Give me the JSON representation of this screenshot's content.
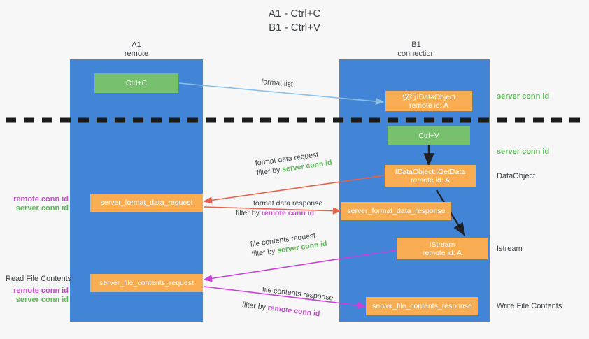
{
  "title": {
    "line1": "A1 - Ctrl+C",
    "line2": "B1 - Ctrl+V"
  },
  "columns": [
    {
      "name": "A1",
      "sub": "remote"
    },
    {
      "name": "B1",
      "sub": "connection"
    }
  ],
  "boxes": {
    "ctrl_c": {
      "line1": "Ctrl+C"
    },
    "ctrl_v": {
      "line1": "Ctrl+V"
    },
    "idataobject": {
      "line1": "仅行IDataObject",
      "line2": "remote id: A"
    },
    "getdata": {
      "line1": "IDataObject::GetData",
      "line2": "remote id: A"
    },
    "istream": {
      "line1": "IStream",
      "line2": "remote id: A"
    },
    "server_format_data_request": {
      "line1": "server_format_data_request"
    },
    "server_format_data_response": {
      "line1": "server_format_data_response"
    },
    "server_file_contents_request": {
      "line1": "server_file_contents_request"
    },
    "server_file_contents_response": {
      "line1": "server_file_contents_response"
    }
  },
  "right_labels": {
    "server_conn_id_1": "server conn id",
    "server_conn_id_2": "server conn id",
    "dataobject": "DataObject",
    "istream": "Istream",
    "write_file_contents": "Write File Contents"
  },
  "left_labels": {
    "remote_conn_id_1": "remote conn id",
    "server_conn_id_1": "server conn id",
    "read_file_contents": "Read File Contents",
    "remote_conn_id_2": "remote conn id",
    "server_conn_id_2": "server conn id"
  },
  "edges": {
    "format_list": "format list",
    "format_data_request": "format data request",
    "format_data_request_filter_prefix": "filter by ",
    "format_data_request_filter_value": "server conn id",
    "format_data_response": "format data response",
    "format_data_response_filter_prefix": "filter by ",
    "format_data_response_filter_value": "remote conn id",
    "file_contents_request": "file contents request",
    "file_contents_request_filter_prefix": "filter by ",
    "file_contents_request_filter_value": "server conn id",
    "file_contents_response": "file contents response",
    "file_contents_response_filter_prefix": "filter by ",
    "file_contents_response_filter_value": "remote conn id"
  },
  "colors": {
    "lane": "#4285d6",
    "green_box": "#77c16e",
    "orange_box": "#f9ad53",
    "green_text": "#5fba5a",
    "magenta_text": "#c64fd0",
    "light_blue_arrow": "#8cc0e8",
    "red_arrow": "#e8604c",
    "magenta_arrow": "#cc3fd8",
    "black_arrow": "#202124",
    "background": "#f7f7f7"
  }
}
